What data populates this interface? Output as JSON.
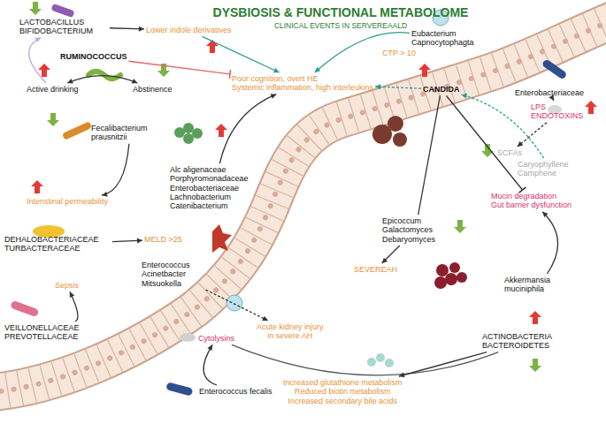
{
  "diagram": {
    "title": "DYSBIOSIS & FUNCTIONAL METABOLOME",
    "nodes": [
      {
        "text": [
          "LACTOBACILLUS BIFIDOBACTERIUM"
        ]
      },
      {
        "text": [
          "Lower indole derivatives"
        ]
      },
      {
        "text": [
          "RUMINOCOCCUS"
        ]
      },
      {
        "text": [
          "Eubacterium Capnocytophagta"
        ]
      },
      {
        "text": [
          "CTP > 10"
        ]
      },
      {
        "text": [
          "Active drinking"
        ]
      },
      {
        "text": [
          "Abstinence"
        ]
      },
      {
        "text": [
          "Poor cognition, overt HE",
          "Systemic inflammation, high interleukins"
        ]
      },
      {
        "text": [
          "CANDIDA"
        ]
      },
      {
        "text": [
          "Enterobacteriaceae"
        ]
      },
      {
        "text": [
          "LPS ENDOTOXINS"
        ]
      },
      {
        "text": [
          "Fecalibacterium prausnitzii"
        ]
      },
      {
        "text": [
          "Alc aligenaceae Porphyromonadaceae Enterobacteriaceae Lachnobacterium Catenibacterium"
        ]
      },
      {
        "text": [
          "SCFAs"
        ]
      },
      {
        "text": [
          "Caryophyllene Camphene"
        ]
      },
      {
        "text": [
          "Mucin degradation",
          "Gut barrier dysfunction"
        ]
      },
      {
        "text": [
          "Epicoccum Galactomyces Debaryomyces"
        ]
      },
      {
        "text": [
          "Intenstinal permeability"
        ]
      },
      {
        "text": [
          "DEHALOBACTERIACEAE TURBACTERACEAE"
        ]
      },
      {
        "text": [
          "MELD >25"
        ]
      },
      {
        "text": [
          "SEVEREAH"
        ]
      },
      {
        "text": [
          "Enterococcus Acinetbacter Mitsuokella"
        ]
      },
      {
        "text": [
          "Akkermansia muciniphila"
        ]
      },
      {
        "text": [
          "Sepsis"
        ]
      },
      {
        "text": [
          "VEILLONELLACEAE PREVOTELLACEAE"
        ]
      },
      {
        "text": [
          "Acute kidney injury",
          "in severe AH"
        ]
      },
      {
        "text": [
          "Cytolysins"
        ]
      },
      {
        "text": [
          "ACTINOBACTERIA BACTEROIDETES"
        ]
      },
      {
        "text": [
          "Enterococcus fecalis"
        ]
      },
      {
        "text": [
          "Increased glutathione metabolism",
          "Reduced biotin metabolism",
          "Increased secondary bile acids"
        ]
      }
    ],
    "edges": [
      {
        "from": 0,
        "to": 1,
        "arrow": "to"
      },
      {
        "from": 1,
        "to": 7,
        "arrow": "to"
      },
      {
        "from": 2,
        "to": 7,
        "arrow": "to"
      },
      {
        "from": 3,
        "to": 7,
        "arrow": "to"
      },
      {
        "from": 5,
        "to": 0,
        "arrow": "to"
      },
      {
        "from": 5,
        "to": 6,
        "arrow": "both"
      },
      {
        "from": 11,
        "to": 17,
        "arrow": "to"
      },
      {
        "from": 12,
        "to": 7,
        "arrow": "to"
      },
      {
        "from": 8,
        "to": 7,
        "arrow": "to"
      },
      {
        "from": 9,
        "to": 10,
        "arrow": "to"
      },
      {
        "from": 10,
        "to": 13,
        "arrow": "to"
      },
      {
        "from": 14,
        "to": 8,
        "arrow": "to"
      },
      {
        "from": 8,
        "to": 16,
        "arrow": "none"
      },
      {
        "from": 8,
        "to": 15,
        "arrow": "to"
      },
      {
        "from": 22,
        "to": 15,
        "arrow": "to"
      },
      {
        "from": 16,
        "to": 20,
        "arrow": "to"
      },
      {
        "from": 18,
        "to": 19,
        "arrow": "to"
      },
      {
        "from": 21,
        "to": 25,
        "arrow": "to"
      },
      {
        "from": 24,
        "to": 23,
        "arrow": "to"
      },
      {
        "from": 28,
        "to": 26,
        "arrow": "to"
      },
      {
        "from": 26,
        "to": 27,
        "arrow": "none"
      },
      {
        "from": 27,
        "to": 29,
        "arrow": "to"
      }
    ],
    "labels": [
      "CLINICAL EVENTS IN SERVEREAALD"
    ]
  }
}
